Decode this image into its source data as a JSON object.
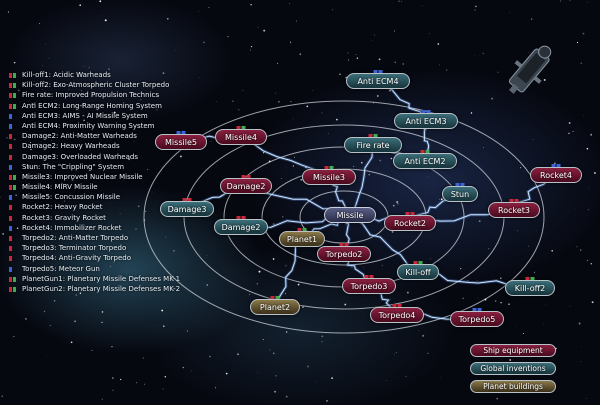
{
  "colors": {
    "ship_equipment": "#6d1432",
    "global_inventions": "#2c5a64",
    "planet_buildings": "#6b5a30",
    "lightning": "#cfe6ff",
    "pin_red": "#c8283a",
    "pin_green": "#3fae4a",
    "pin_blue": "#3a64d8"
  },
  "legend": [
    {
      "text": "Kill-off1: Acidic Warheads",
      "marks": [
        "red",
        "green"
      ]
    },
    {
      "text": "Kill-off2: Exo-Atmospheric Cluster Torpedo",
      "marks": [
        "red",
        "green"
      ]
    },
    {
      "text": "Fire rate: Improved Propulsion Technics",
      "marks": [
        "red",
        "green"
      ]
    },
    {
      "text": "Anti ECM2: Long-Range Homing System",
      "marks": [
        "red",
        "green"
      ]
    },
    {
      "text": "Anti ECM3: AIMS - AI Missile System",
      "marks": [
        "blue"
      ]
    },
    {
      "text": "Anti ECM4: Proximity Warning System",
      "marks": [
        "blue"
      ]
    },
    {
      "text": "Damage2: Anti-Matter Warheads",
      "marks": [
        "red"
      ]
    },
    {
      "text": "Damage2: Heavy Warheads",
      "marks": [
        "red"
      ]
    },
    {
      "text": "Damage3: Overloaded Warheads",
      "marks": [
        "red"
      ]
    },
    {
      "text": "Stun: The \"Crippling\" System",
      "marks": [
        "blue"
      ]
    },
    {
      "text": "Missile3: Improved Nuclear Missile",
      "marks": [
        "red",
        "green"
      ]
    },
    {
      "text": "Missile4: MIRV Missile",
      "marks": [
        "red",
        "green"
      ]
    },
    {
      "text": "Missile5: Concussion Missile",
      "marks": [
        "blue"
      ]
    },
    {
      "text": "Rocket2: Heavy Rocket",
      "marks": [
        "red"
      ]
    },
    {
      "text": "Rocket3: Gravity Rocket",
      "marks": [
        "red"
      ]
    },
    {
      "text": "Rocket4: Immobilizer Rocket",
      "marks": [
        "blue"
      ]
    },
    {
      "text": "Torpedo2: Anti-Matter Torpedo",
      "marks": [
        "red"
      ]
    },
    {
      "text": "Torpedo3: Terminator Torpedo",
      "marks": [
        "red"
      ]
    },
    {
      "text": "Torpedo4: Anti-Gravity Torpedo",
      "marks": [
        "red"
      ]
    },
    {
      "text": "Torpedo5: Meteor Gun",
      "marks": [
        "blue"
      ]
    },
    {
      "text": "PlanetGun1: Planetary Missile Defenses MK-1",
      "marks": [
        "red",
        "green"
      ]
    },
    {
      "text": "PlanetGun2: Planetary Missile Defenses MK-2",
      "marks": [
        "red",
        "green"
      ]
    }
  ],
  "nodes": {
    "missile": "Missile",
    "anti_ecm4": "Anti ECM4",
    "anti_ecm3": "Anti ECM3",
    "anti_ecm2": "Anti ECM2",
    "fire_rate": "Fire rate",
    "missile5": "Missile5",
    "missile4": "Missile4",
    "missile3": "Missile3",
    "damage2_a": "Damage2",
    "damage2_b": "Damage2",
    "damage3": "Damage3",
    "planet1": "Planet1",
    "planet2": "Planet2",
    "torpedo2": "Torpedo2",
    "torpedo3": "Torpedo3",
    "torpedo4": "Torpedo4",
    "torpedo5": "Torpedo5",
    "kill_off": "Kill-off",
    "kill_off2": "Kill-off2",
    "rocket2": "Rocket2",
    "rocket3": "Rocket3",
    "rocket4": "Rocket4",
    "stun": "Stun"
  },
  "key": {
    "ship_equipment": "Ship equipment",
    "global_inventions": "Global inventions",
    "planet_buildings": "Planet buildings"
  }
}
